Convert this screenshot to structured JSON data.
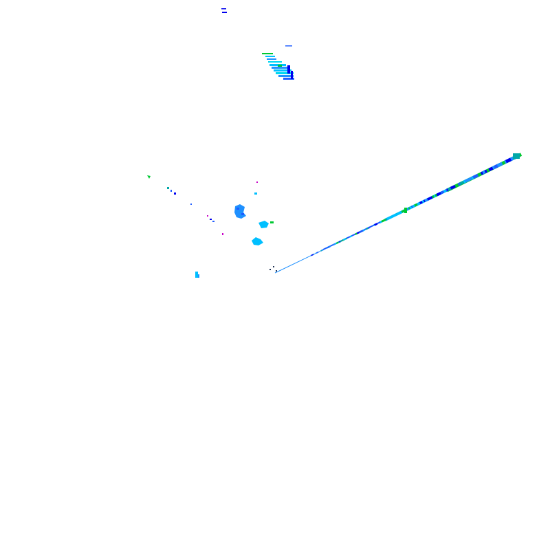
{
  "radar_image": {
    "background_color": "#ffffff",
    "palette": {
      "dark_blue": "#0000ee",
      "blue": "#1e5cff",
      "azure": "#1e90ff",
      "light_blue": "#00bfff",
      "cyan": "#00d7f0",
      "green": "#00c832",
      "teal": "#00a8a8",
      "magenta": "#c800c8",
      "dark": "#223355"
    },
    "echo_layers": [
      "north-cluster",
      "central-echoes",
      "scatter-echoes",
      "radial-streak",
      "west-echo"
    ]
  }
}
